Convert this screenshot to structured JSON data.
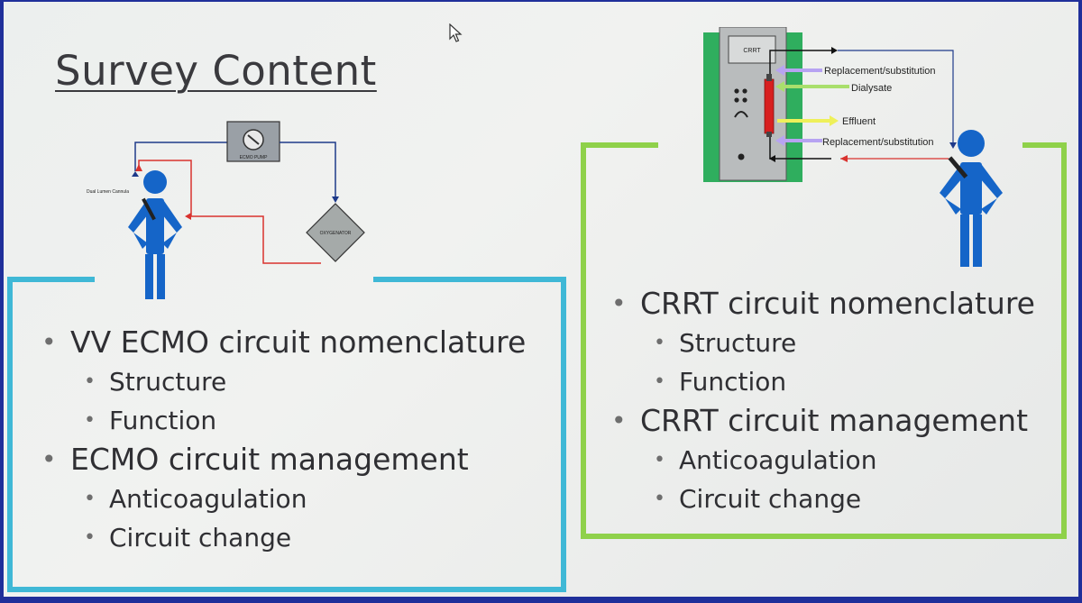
{
  "title": "Survey Content",
  "ecmo_diagram": {
    "cannula_label": "Dual Lumen Cannula",
    "pump_label": "ECMO PUMP",
    "oxygenator_label": "OXYGENATOR"
  },
  "crrt_diagram": {
    "machine_label": "CRRT",
    "replacement_top": "Replacement/substitution",
    "dialysate": "Dialysate",
    "effluent": "Effluent",
    "replacement_bottom": "Replacement/substitution"
  },
  "left_list": [
    {
      "text": "VV ECMO circuit nomenclature",
      "sub": [
        "Structure",
        "Function"
      ]
    },
    {
      "text": "ECMO circuit management",
      "sub": [
        "Anticoagulation",
        "Circuit change"
      ]
    }
  ],
  "right_list": [
    {
      "text": "CRRT circuit nomenclature",
      "sub": [
        "Structure",
        "Function"
      ]
    },
    {
      "text": "CRRT circuit management",
      "sub": [
        "Anticoagulation",
        "Circuit change"
      ]
    }
  ],
  "colors": {
    "border_blue": "#1f2f9a",
    "left_box": "#3fb8d6",
    "right_box": "#8fd14a",
    "person_blue": "#1565c8",
    "arterial_red": "#d9322e",
    "venous_blue": "#1e3a8a"
  },
  "icons": [
    "mouse-cursor-icon",
    "person-icon",
    "pump-icon",
    "oxygenator-icon",
    "crrt-machine-icon",
    "filter-icon"
  ]
}
